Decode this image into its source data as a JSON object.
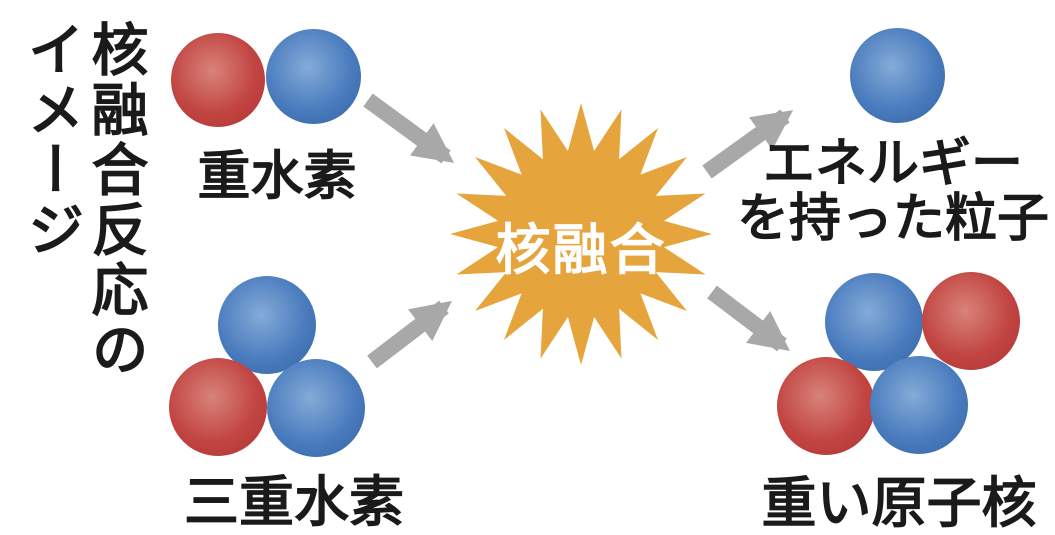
{
  "title": {
    "line1": "核融合反応の",
    "line2": "イメージ"
  },
  "fusion_burst": {
    "label": "核融合"
  },
  "deuterium": {
    "label": "重水素",
    "particles": [
      "red",
      "blue"
    ]
  },
  "tritium": {
    "label": "三重水素",
    "particles": [
      "blue",
      "red",
      "blue"
    ]
  },
  "energy_particle": {
    "label_line1": "エネルギー",
    "label_line2": "を持った粒子",
    "particles": [
      "blue"
    ]
  },
  "heavy_nucleus": {
    "label": "重い原子核",
    "particles": [
      "blue",
      "red",
      "red",
      "blue"
    ]
  },
  "colors": {
    "proton_red": "#c24542",
    "proton_red_light": "#d8837a",
    "proton_red_dark": "#ae3231",
    "neutron_blue": "#4a7cbe",
    "neutron_blue_light": "#85abd8",
    "neutron_blue_dark": "#33619f",
    "starburst_orange": "#e6a43c",
    "arrow_gray": "#a8a8a8",
    "text_black": "#1a1a1a"
  }
}
